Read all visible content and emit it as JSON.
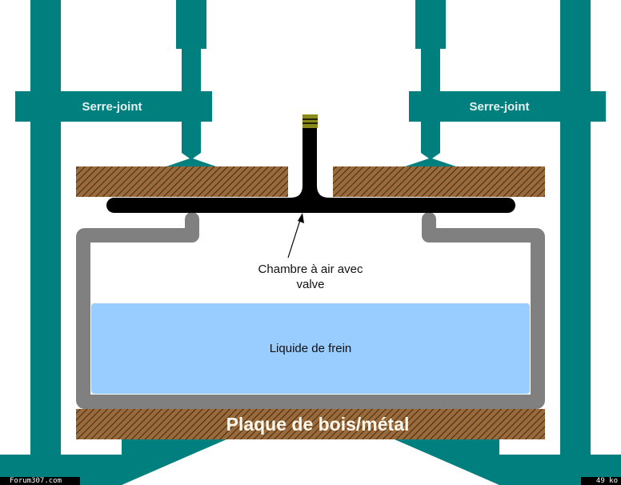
{
  "labels": {
    "clamp_left": "Serre-joint",
    "clamp_right": "Serre-joint",
    "chamber_line1": "Chambre à air avec",
    "chamber_line2": "valve",
    "liquid": "Liquide de frein",
    "plate": "Plaque de bois/métal"
  },
  "footer": {
    "site": "Forum307.com",
    "size": "49 ko"
  },
  "colors": {
    "clamp": "#007f7f",
    "wood": "#9a6a3a",
    "liquid": "#99ccff",
    "container": "#808080",
    "tube": "#000000",
    "valve_cap": "#8a8a1a"
  }
}
